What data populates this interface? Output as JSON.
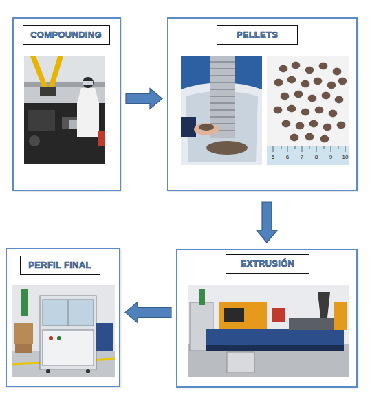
{
  "diagram": {
    "nodes": [
      {
        "text": [
          "COMPOUNDING"
        ]
      },
      {
        "text": [
          "PELLETS"
        ]
      },
      {
        "text": [
          "EXTRUSIÓN"
        ]
      },
      {
        "text": [
          "PERFIL FINAL"
        ]
      }
    ],
    "edges": [
      {
        "from": 0,
        "to": 1,
        "arrow": "to"
      },
      {
        "from": 1,
        "to": 2,
        "arrow": "to"
      },
      {
        "from": 2,
        "to": 3,
        "arrow": "to"
      }
    ],
    "labels": [
      "5",
      "6",
      "7",
      "8",
      "9",
      "10"
    ]
  }
}
